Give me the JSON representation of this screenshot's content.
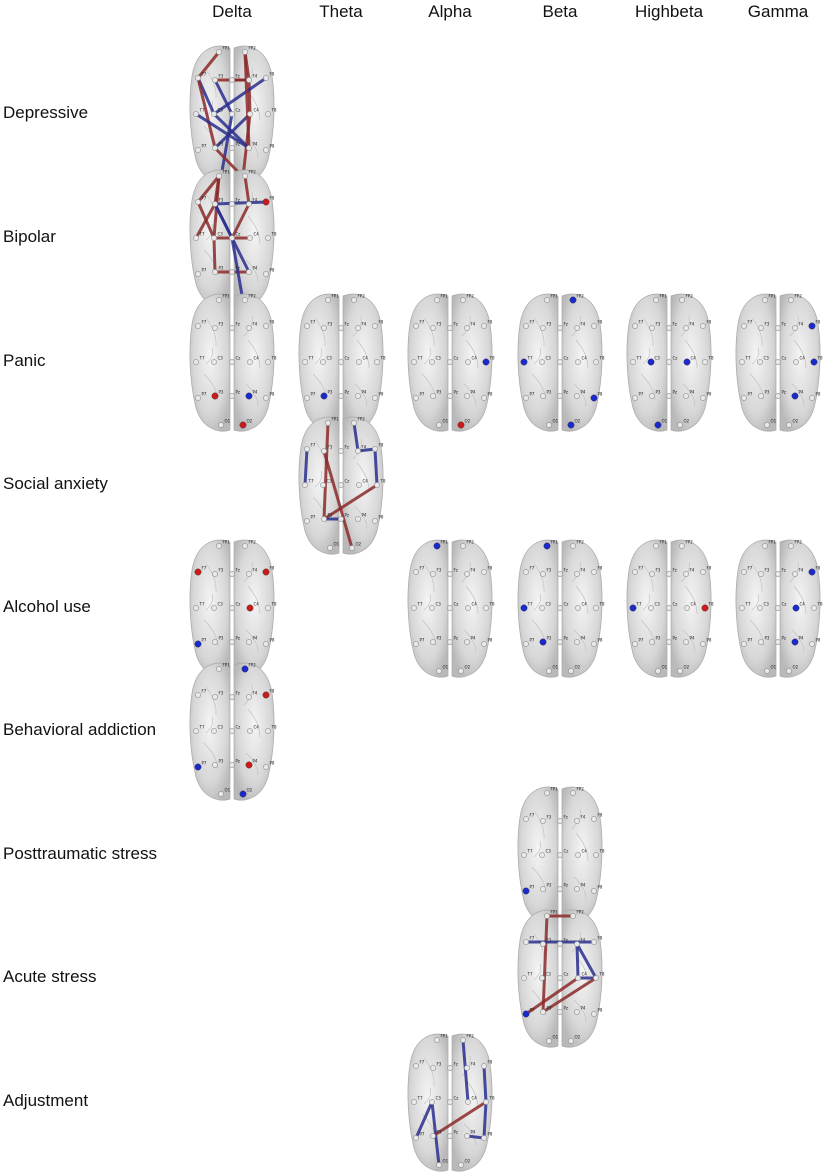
{
  "bands": [
    "Delta",
    "Theta",
    "Alpha",
    "Beta",
    "Highbeta",
    "Gamma"
  ],
  "disorders": [
    "Depressive",
    "Bipolar",
    "Panic",
    "Social anxiety",
    "Alcohol use",
    "Behavioral addiction",
    "Posttraumatic stress",
    "Acute stress",
    "Adjustment"
  ],
  "electrode_labels": [
    "FP1",
    "FP2",
    "F7",
    "F3",
    "Fz",
    "F4",
    "F8",
    "T7",
    "C3",
    "Cz",
    "C4",
    "T8",
    "P7",
    "P3",
    "Pz",
    "P4",
    "P8",
    "O1",
    "O2"
  ],
  "colors": {
    "positive": "#8b2a2a",
    "negative": "#2a2f8f",
    "node_pos": "#cc1a1a",
    "node_neg": "#1a2acc"
  },
  "cells": [
    {
      "disorder": 0,
      "band": 0,
      "edges": [
        [
          "FP1",
          "F7",
          "pos"
        ],
        [
          "FP2",
          "F4",
          "pos"
        ],
        [
          "F7",
          "C3",
          "neg"
        ],
        [
          "F3",
          "Cz",
          "neg"
        ],
        [
          "F4",
          "C4",
          "pos"
        ],
        [
          "Fz",
          "F4",
          "pos"
        ],
        [
          "F8",
          "C3",
          "neg"
        ],
        [
          "C3",
          "P4",
          "neg"
        ],
        [
          "Cz",
          "O1",
          "neg"
        ],
        [
          "C4",
          "O2",
          "pos"
        ],
        [
          "F7",
          "P3",
          "pos"
        ],
        [
          "F3",
          "F4",
          "pos"
        ],
        [
          "T7",
          "P4",
          "neg"
        ],
        [
          "C4",
          "P3",
          "neg"
        ],
        [
          "FP2",
          "P4",
          "pos"
        ],
        [
          "P3",
          "O2",
          "pos"
        ]
      ],
      "nodes": []
    },
    {
      "disorder": 1,
      "band": 0,
      "edges": [
        [
          "FP1",
          "F7",
          "pos"
        ],
        [
          "FP1",
          "F3",
          "pos"
        ],
        [
          "FP1",
          "C3",
          "pos"
        ],
        [
          "F3",
          "F8",
          "neg"
        ],
        [
          "FP2",
          "F4",
          "pos"
        ],
        [
          "F7",
          "C3",
          "pos"
        ],
        [
          "C3",
          "C4",
          "pos"
        ],
        [
          "F3",
          "P4",
          "neg"
        ],
        [
          "F3",
          "Cz",
          "neg"
        ],
        [
          "C3",
          "P3",
          "pos"
        ],
        [
          "P3",
          "P4",
          "pos"
        ],
        [
          "Cz",
          "O2",
          "neg"
        ],
        [
          "F4",
          "Cz",
          "pos"
        ],
        [
          "T7",
          "F3",
          "pos"
        ]
      ],
      "nodes": [
        [
          "F8",
          "pos"
        ],
        [
          "O2",
          "neg"
        ]
      ]
    },
    {
      "disorder": 2,
      "band": 0,
      "edges": [],
      "nodes": [
        [
          "P3",
          "pos"
        ],
        [
          "P4",
          "neg"
        ],
        [
          "O2",
          "pos"
        ]
      ]
    },
    {
      "disorder": 2,
      "band": 1,
      "edges": [],
      "nodes": [
        [
          "P3",
          "neg"
        ]
      ]
    },
    {
      "disorder": 2,
      "band": 2,
      "edges": [],
      "nodes": [
        [
          "T8",
          "neg"
        ],
        [
          "O2",
          "pos"
        ]
      ]
    },
    {
      "disorder": 2,
      "band": 3,
      "edges": [],
      "nodes": [
        [
          "FP2",
          "neg"
        ],
        [
          "T7",
          "neg"
        ],
        [
          "P8",
          "neg"
        ],
        [
          "O2",
          "neg"
        ]
      ]
    },
    {
      "disorder": 2,
      "band": 4,
      "edges": [],
      "nodes": [
        [
          "C3",
          "neg"
        ],
        [
          "C4",
          "neg"
        ],
        [
          "O1",
          "neg"
        ]
      ]
    },
    {
      "disorder": 2,
      "band": 5,
      "edges": [],
      "nodes": [
        [
          "F8",
          "neg"
        ],
        [
          "T8",
          "neg"
        ],
        [
          "P4",
          "neg"
        ]
      ]
    },
    {
      "disorder": 3,
      "band": 1,
      "edges": [
        [
          "FP2",
          "F4",
          "neg"
        ],
        [
          "F4",
          "F8",
          "neg"
        ],
        [
          "F8",
          "T8",
          "neg"
        ],
        [
          "F7",
          "T7",
          "neg"
        ],
        [
          "FP1",
          "P3",
          "pos"
        ],
        [
          "F3",
          "O2",
          "pos"
        ],
        [
          "P3",
          "T8",
          "pos"
        ],
        [
          "P3",
          "Pz",
          "neg"
        ]
      ],
      "nodes": []
    },
    {
      "disorder": 4,
      "band": 0,
      "edges": [],
      "nodes": [
        [
          "F7",
          "pos"
        ],
        [
          "F8",
          "pos"
        ],
        [
          "C4",
          "pos"
        ],
        [
          "P7",
          "neg"
        ]
      ]
    },
    {
      "disorder": 4,
      "band": 2,
      "edges": [],
      "nodes": [
        [
          "FP1",
          "neg"
        ]
      ]
    },
    {
      "disorder": 4,
      "band": 3,
      "edges": [],
      "nodes": [
        [
          "FP1",
          "neg"
        ],
        [
          "T7",
          "neg"
        ],
        [
          "P3",
          "neg"
        ]
      ]
    },
    {
      "disorder": 4,
      "band": 4,
      "edges": [],
      "nodes": [
        [
          "T7",
          "neg"
        ],
        [
          "T8",
          "pos"
        ]
      ]
    },
    {
      "disorder": 4,
      "band": 5,
      "edges": [],
      "nodes": [
        [
          "F8",
          "neg"
        ],
        [
          "C4",
          "neg"
        ],
        [
          "P4",
          "neg"
        ]
      ]
    },
    {
      "disorder": 5,
      "band": 0,
      "edges": [],
      "nodes": [
        [
          "FP2",
          "neg"
        ],
        [
          "F8",
          "pos"
        ],
        [
          "P7",
          "neg"
        ],
        [
          "P4",
          "pos"
        ],
        [
          "O2",
          "neg"
        ]
      ]
    },
    {
      "disorder": 6,
      "band": 3,
      "edges": [],
      "nodes": [
        [
          "P7",
          "neg"
        ]
      ]
    },
    {
      "disorder": 7,
      "band": 3,
      "edges": [
        [
          "FP1",
          "FP2",
          "pos"
        ],
        [
          "FP1",
          "P3",
          "pos"
        ],
        [
          "F7",
          "F8",
          "neg"
        ],
        [
          "F4",
          "T8",
          "neg"
        ],
        [
          "F4",
          "C4",
          "neg"
        ],
        [
          "C4",
          "T8",
          "neg"
        ],
        [
          "P3",
          "T8",
          "pos"
        ],
        [
          "P7",
          "C4",
          "pos"
        ]
      ],
      "nodes": [
        [
          "P7",
          "neg"
        ]
      ]
    },
    {
      "disorder": 8,
      "band": 2,
      "edges": [
        [
          "FP2",
          "C4",
          "neg"
        ],
        [
          "F8",
          "T8",
          "neg"
        ],
        [
          "T8",
          "P8",
          "neg"
        ],
        [
          "C3",
          "P7",
          "neg"
        ],
        [
          "C3",
          "O1",
          "neg"
        ],
        [
          "P3",
          "T8",
          "pos"
        ],
        [
          "P4",
          "P8",
          "neg"
        ]
      ],
      "nodes": []
    }
  ]
}
